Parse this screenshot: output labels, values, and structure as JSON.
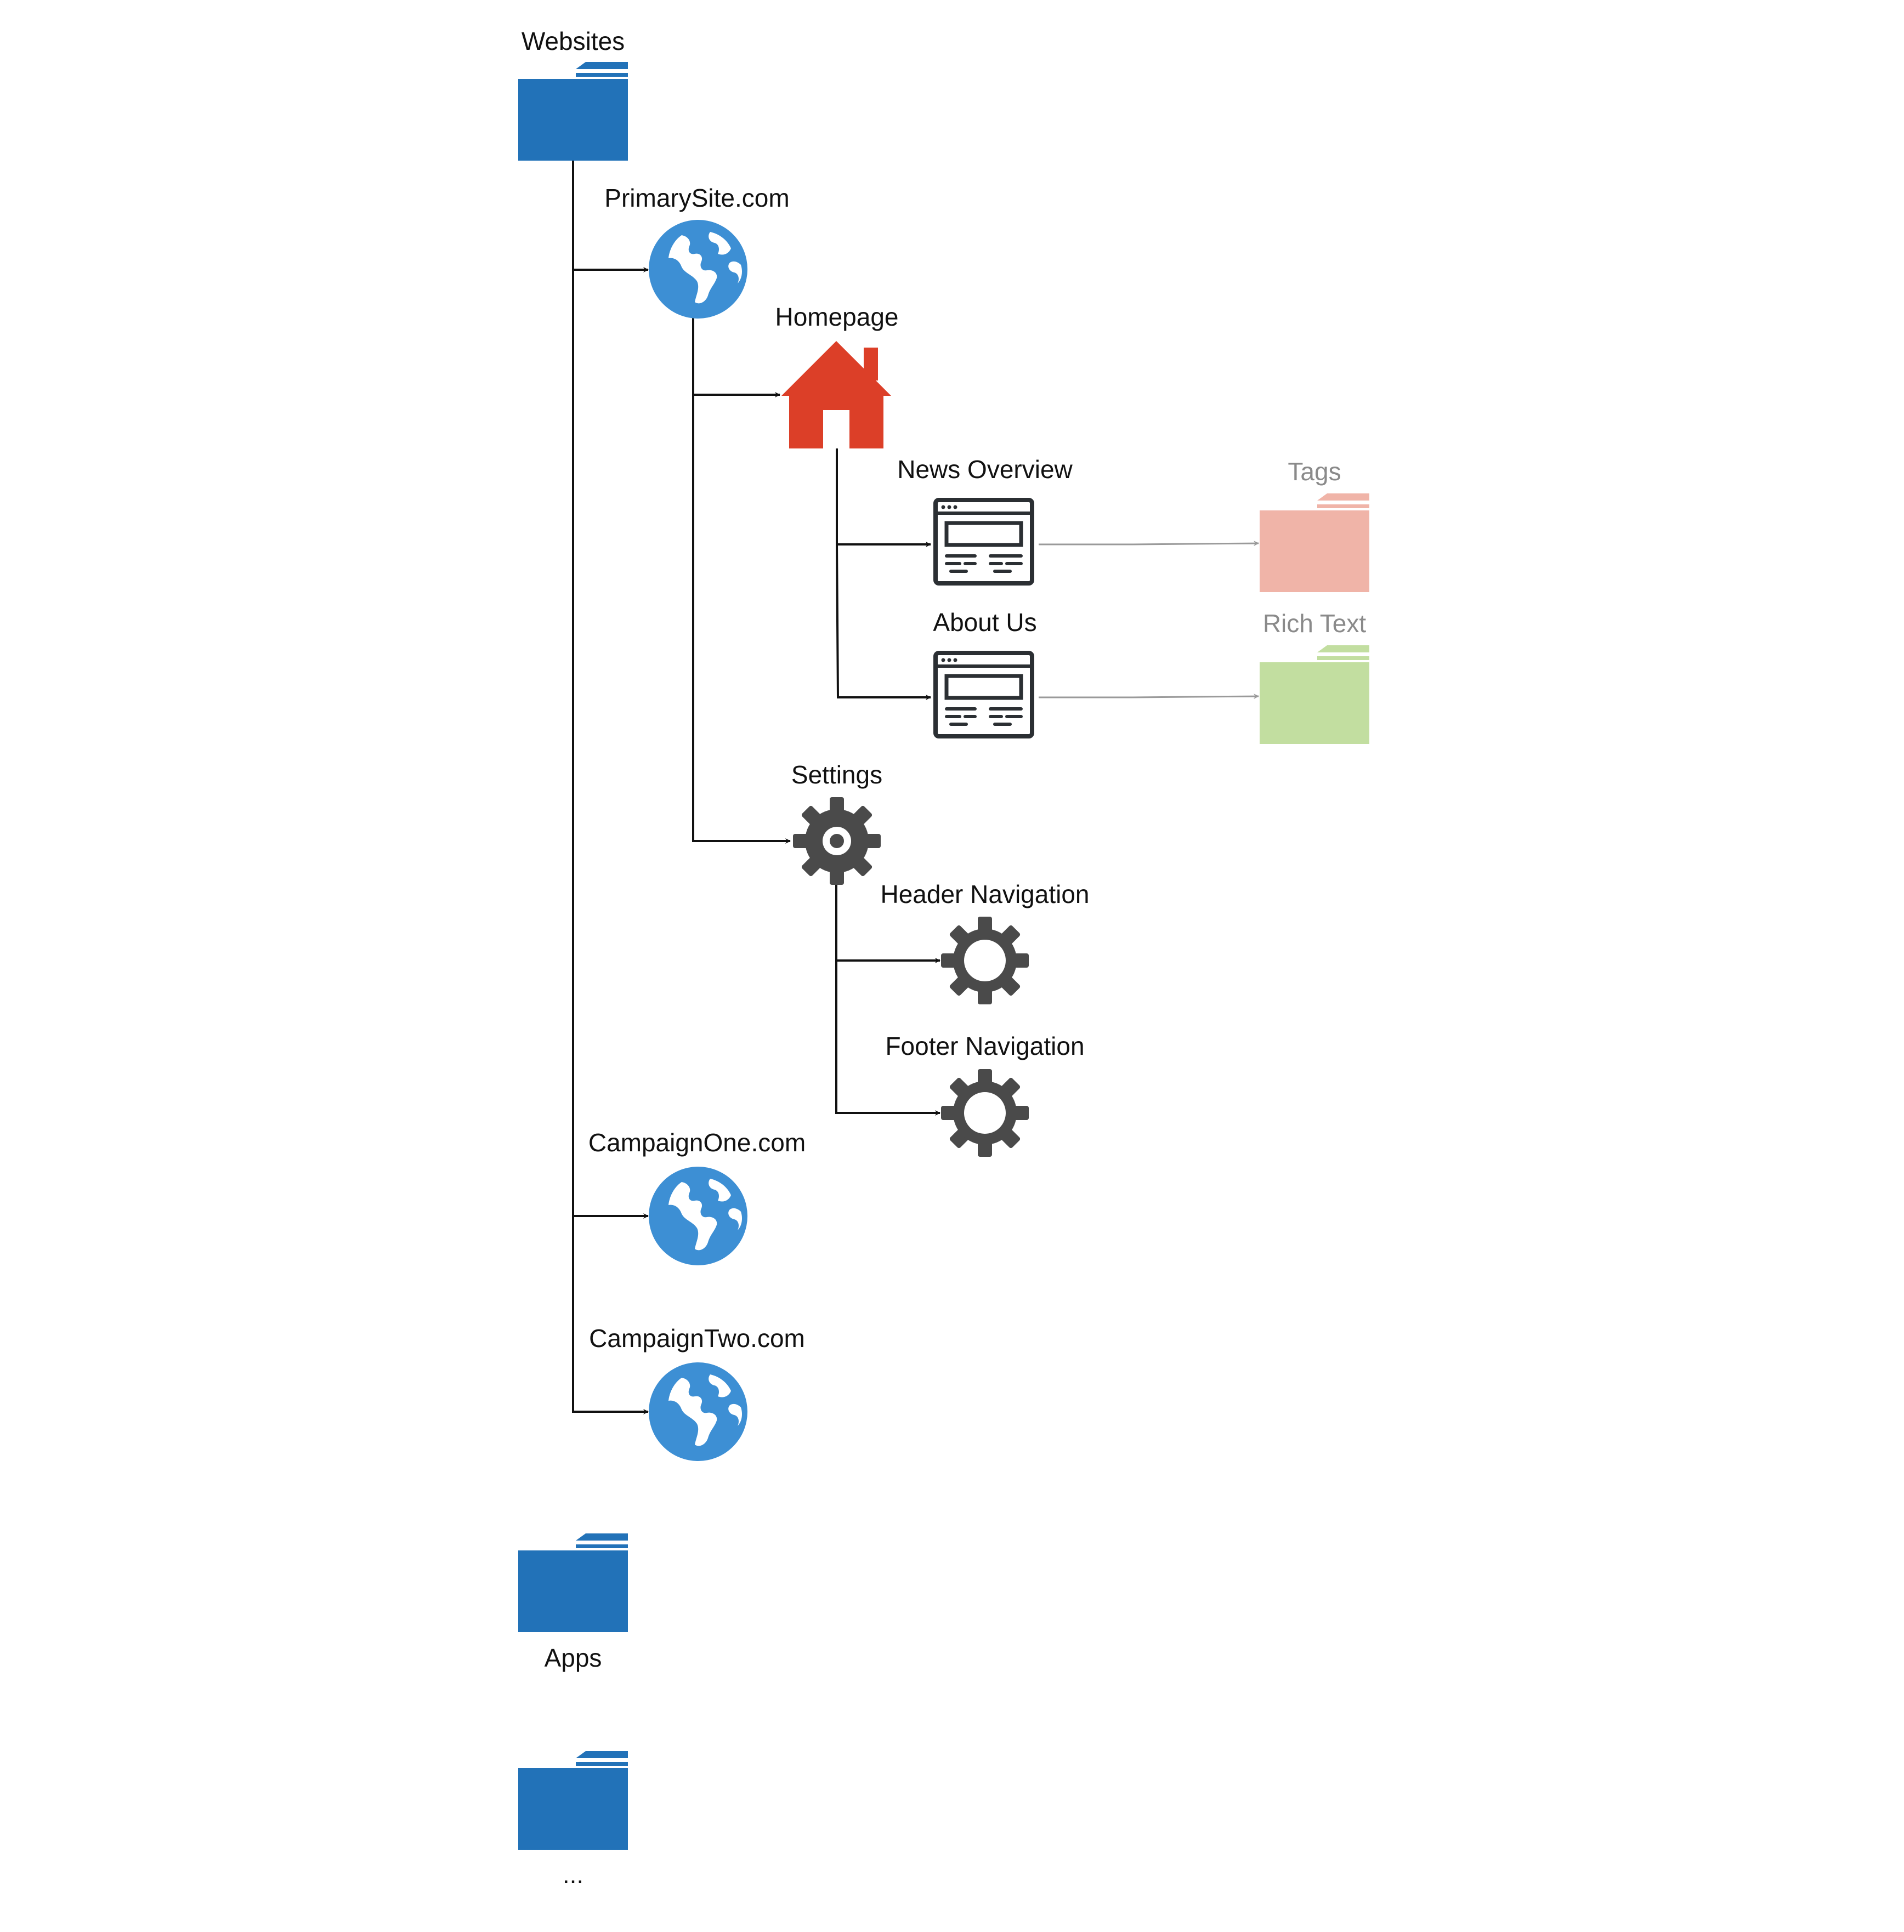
{
  "nodes": {
    "websites": {
      "label": "Websites"
    },
    "primarysite": {
      "label": "PrimarySite.com"
    },
    "homepage": {
      "label": "Homepage"
    },
    "news_overview": {
      "label": "News Overview"
    },
    "about_us": {
      "label": "About Us"
    },
    "tags": {
      "label": "Tags"
    },
    "rich_text": {
      "label": "Rich Text"
    },
    "settings": {
      "label": "Settings"
    },
    "header_navigation": {
      "label": "Header Navigation"
    },
    "footer_navigation": {
      "label": "Footer Navigation"
    },
    "campaignone": {
      "label": "CampaignOne.com"
    },
    "campaigntwo": {
      "label": "CampaignTwo.com"
    },
    "apps": {
      "label": "Apps"
    },
    "more": {
      "label": "..."
    }
  },
  "edges": [
    {
      "from": "websites",
      "to": "primarysite"
    },
    {
      "from": "websites",
      "to": "campaignone"
    },
    {
      "from": "websites",
      "to": "campaigntwo"
    },
    {
      "from": "primarysite",
      "to": "homepage"
    },
    {
      "from": "primarysite",
      "to": "settings"
    },
    {
      "from": "homepage",
      "to": "news_overview"
    },
    {
      "from": "homepage",
      "to": "about_us"
    },
    {
      "from": "news_overview",
      "to": "tags"
    },
    {
      "from": "about_us",
      "to": "rich_text"
    },
    {
      "from": "settings",
      "to": "header_navigation"
    },
    {
      "from": "settings",
      "to": "footer_navigation"
    }
  ],
  "icons": {
    "websites": "folder-icon",
    "primarysite": "globe-icon",
    "homepage": "home-icon",
    "news_overview": "webpage-icon",
    "about_us": "webpage-icon",
    "tags": "folder-icon",
    "rich_text": "folder-icon",
    "settings": "gear-icon",
    "header_navigation": "gear-icon",
    "footer_navigation": "gear-icon",
    "campaignone": "globe-icon",
    "campaigntwo": "globe-icon",
    "apps": "folder-icon",
    "more": "folder-icon"
  },
  "colors": {
    "folder_blue": "#2272b8",
    "globe_blue": "#3d8fd4",
    "home_red": "#dc3f28",
    "webpage_dark": "#2b2f33",
    "gear_dark": "#4a4a4a",
    "tags_pink": "#f0b4a8",
    "rich_text_green": "#c2dea0",
    "connector": "#111111",
    "connector_soft": "#9a9a9a"
  }
}
